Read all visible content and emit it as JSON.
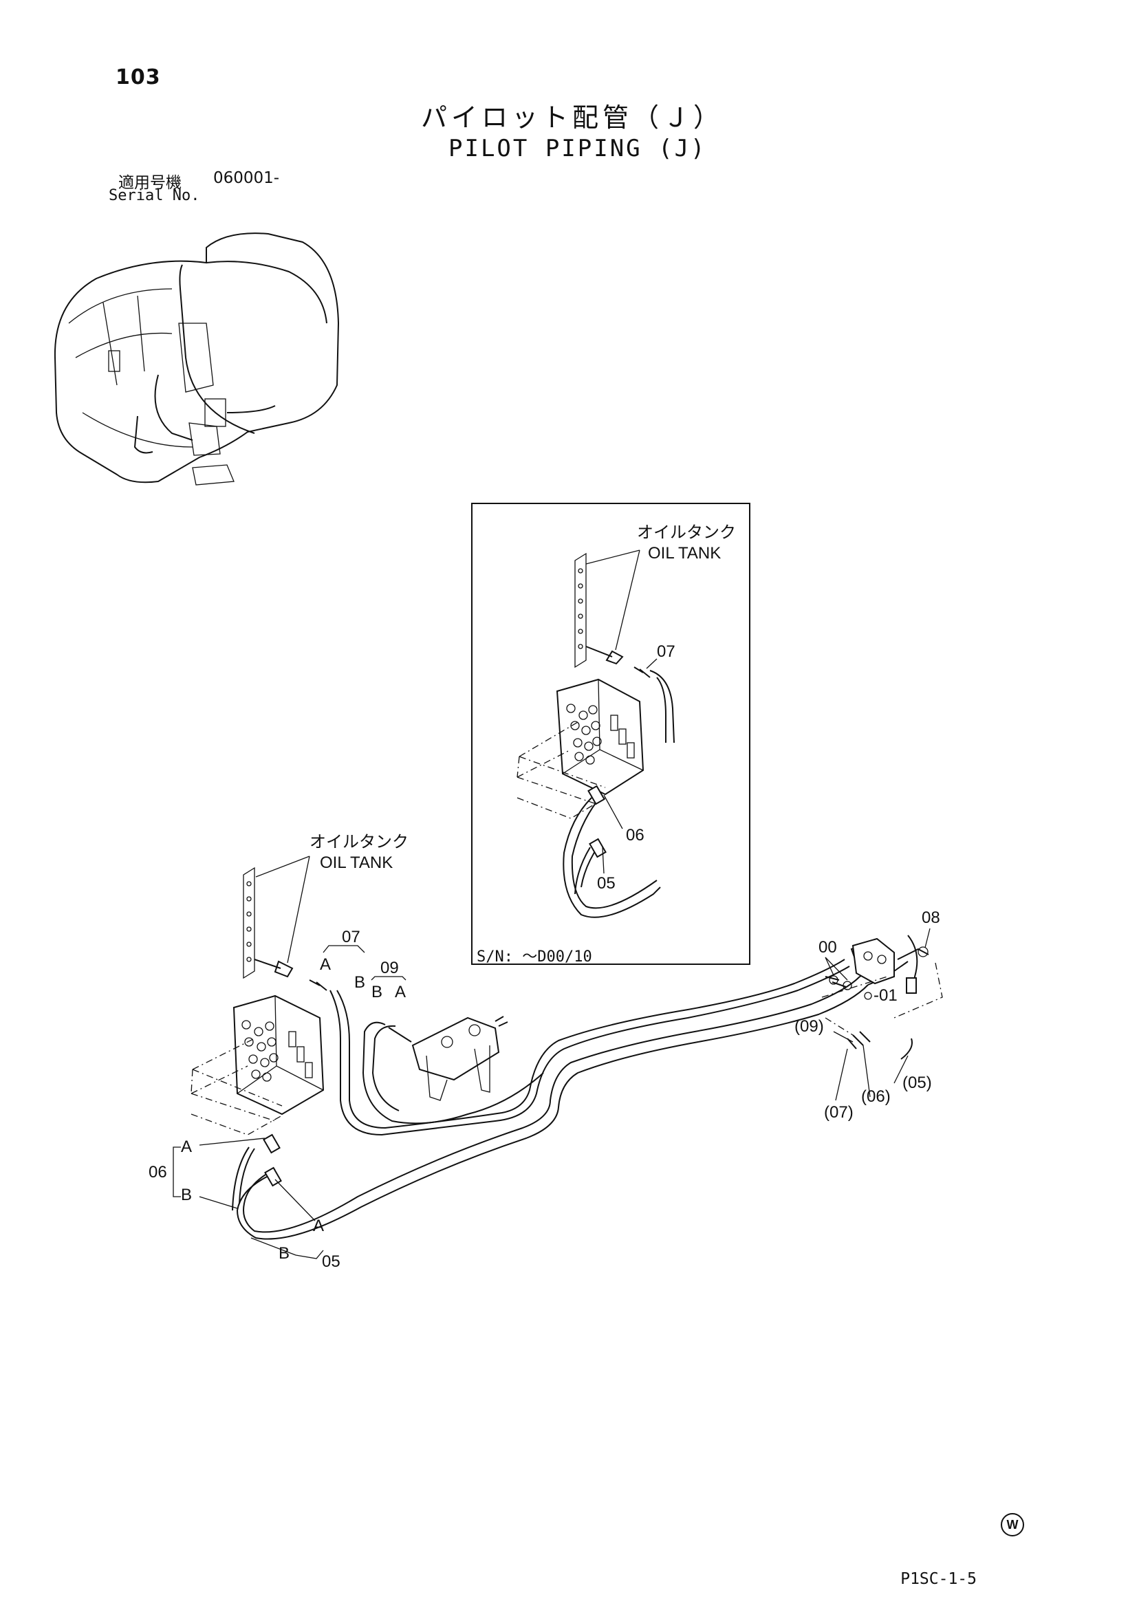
{
  "header": {
    "page_number": "103",
    "title_jp": "パイロット配管（Ｊ）",
    "title_en": "PILOT PIPING (J)",
    "serial_label_jp": "適用号機",
    "serial_value": "060001-",
    "serial_label_en": "Serial No."
  },
  "inset": {
    "oil_tank_jp": "オイルタンク",
    "oil_tank_en": "OIL TANK",
    "callouts": [
      "07",
      "06",
      "05"
    ],
    "sn_note": "S/N: ～D00/10"
  },
  "main": {
    "oil_tank_jp": "オイルタンク",
    "oil_tank_en": "OIL TANK",
    "callouts": {
      "c07": "07",
      "c09": "09",
      "c06": "06",
      "c05": "05",
      "c08": "08",
      "c00": "00",
      "c01": "-01",
      "p09": "(09)",
      "p07": "(07)",
      "p06": "(06)",
      "p05": "(05)",
      "A": "A",
      "B": "B"
    }
  },
  "footer": {
    "doc_code": "P1SC-1-5",
    "mark": "W"
  }
}
